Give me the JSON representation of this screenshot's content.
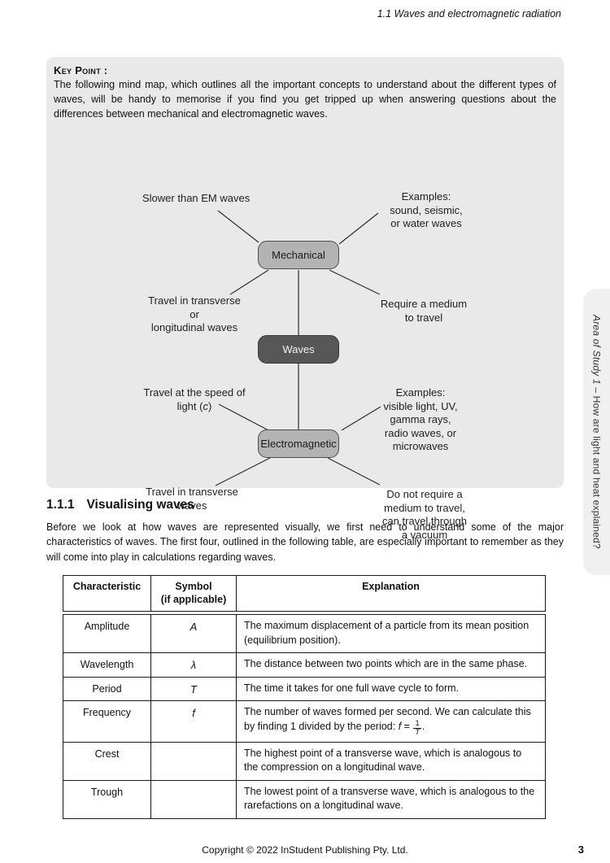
{
  "page": {
    "header": "1.1 Waves and electromagnetic radiation",
    "footer": {
      "copyright": "Copyright © 2022 InStudent Publishing Pty. Ltd.",
      "page_number": "3"
    }
  },
  "side_tab": {
    "italic_part": "Area of Study 1 – ",
    "regular_part": "How are light and heat explained?"
  },
  "key_point": {
    "label": "Key Point :",
    "text": "The following mind map, which outlines all the important concepts to understand about the different types of waves, will be handy to memorise if you find you get tripped up when answering questions about the differences between mechanical and electromagnetic waves."
  },
  "mind_map": {
    "nodes": {
      "mechanical": "Mechanical",
      "waves": "Waves",
      "electromagnetic": "Electromagnetic"
    },
    "labels": {
      "slower": "Slower than EM waves",
      "mech_examples": "Examples:\nsound, seismic,\nor water waves",
      "mech_travel": "Travel in transverse\nor\nlongitudinal waves",
      "mech_medium": "Require a medium\nto travel",
      "em_speed_line1": "Travel at the speed of",
      "em_speed_line2_pre": "light (",
      "em_speed_symbol": "c",
      "em_speed_line2_post": ")",
      "em_examples": "Examples:\nvisible light, UV,\ngamma rays,\nradio waves, or\nmicrowaves",
      "em_travel": "Travel in transverse\nwaves",
      "em_vacuum": "Do not require a\nmedium to travel,\ncan travel through\na vacuum"
    }
  },
  "section": {
    "number": "1.1.1",
    "title": "Visualising waves",
    "intro": "Before we look at how waves are represented visually, we first need to understand some of the major characteristics of waves. The first four, outlined in the following table, are especially important to remember as they will come into play in calculations regarding waves."
  },
  "table": {
    "headers": {
      "characteristic": "Characteristic",
      "symbol_line1": "Symbol",
      "symbol_line2": "(if applicable)",
      "explanation": "Explanation"
    },
    "rows": [
      {
        "characteristic": "Amplitude",
        "symbol": "A",
        "explanation": "The maximum displacement of a particle from its mean position (equilibrium position)."
      },
      {
        "characteristic": "Wavelength",
        "symbol": "λ",
        "explanation": "The distance between two points which are in the same phase."
      },
      {
        "characteristic": "Period",
        "symbol": "T",
        "explanation": "The time it takes for one full wave cycle to form."
      },
      {
        "characteristic": "Frequency",
        "symbol": "f",
        "explanation_pre": "The number of waves formed per second. We can calculate this by finding 1 divided by the period: ",
        "formula": {
          "symbol": "f",
          "equals": " = ",
          "numerator": "1",
          "denominator": "T"
        },
        "explanation_post": "."
      },
      {
        "characteristic": "Crest",
        "symbol": "",
        "explanation": "The highest point of a transverse wave, which is analogous to the compression on a longitudinal wave."
      },
      {
        "characteristic": "Trough",
        "symbol": "",
        "explanation": "The lowest point of a transverse wave, which is analogous to the rarefactions on a longitudinal wave."
      }
    ]
  },
  "colors": {
    "keybox_bg": "#e9e9e9",
    "node_gray_fill": "#b3b3b3",
    "node_dark_fill": "#575757",
    "side_tab_bg": "#f0f0f0",
    "connector": "#2e2e2e"
  }
}
